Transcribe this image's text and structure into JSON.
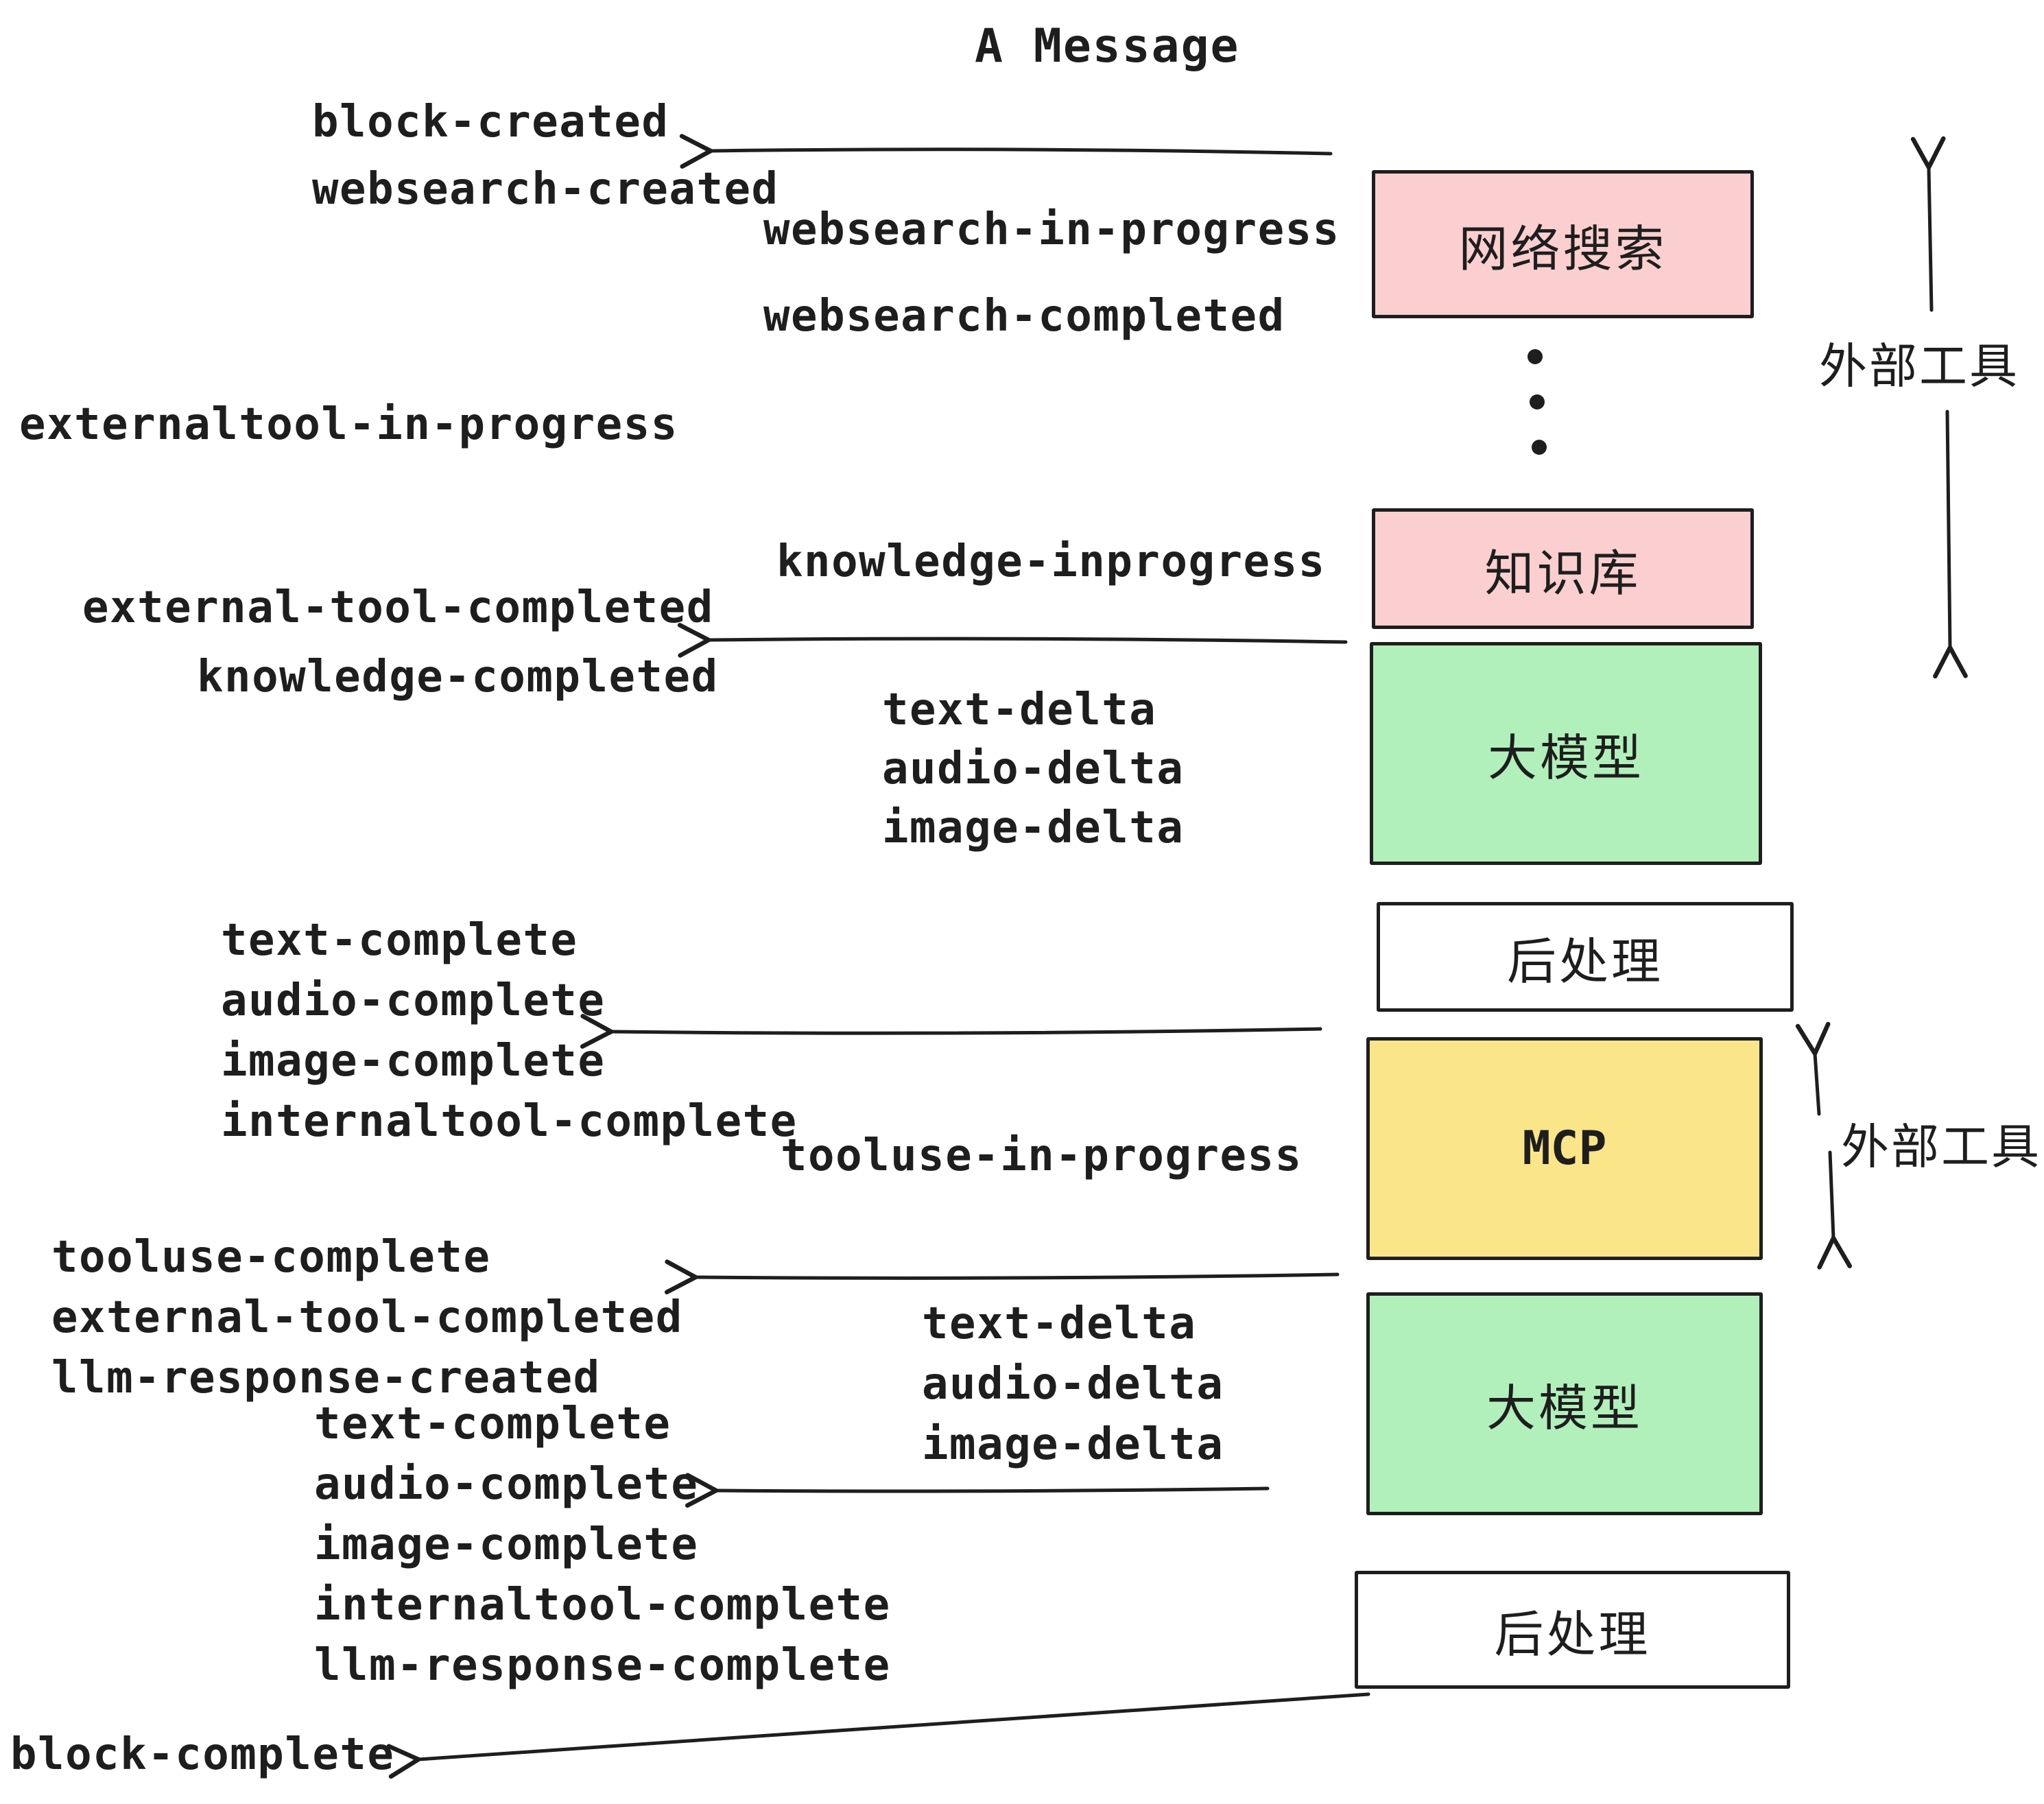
{
  "title": "A Message",
  "colors": {
    "background": "#ffffff",
    "stroke": "#1e1e1e",
    "external_tool_fill": "#fbcfcf",
    "llm_fill": "#b2f0bb",
    "mcp_fill": "#fae588",
    "postprocess_fill": "#ffffff"
  },
  "boxes": [
    {
      "label": "网络搜索",
      "fill": "pink"
    },
    {
      "label": "知识库",
      "fill": "pink"
    },
    {
      "label": "大模型",
      "fill": "green"
    },
    {
      "label": "后处理",
      "fill": "white"
    },
    {
      "label": "MCP",
      "fill": "yellow"
    },
    {
      "label": "大模型",
      "fill": "green"
    },
    {
      "label": "后处理",
      "fill": "white"
    }
  ],
  "side_labels": [
    {
      "text": "外部工具"
    },
    {
      "text": "外部工具"
    }
  ],
  "events": [
    {
      "text": "block-created"
    },
    {
      "text": "websearch-created"
    },
    {
      "text": "websearch-in-progress"
    },
    {
      "text": "websearch-completed"
    },
    {
      "text": "externaltool-in-progress"
    },
    {
      "text": "knowledge-inprogress"
    },
    {
      "text": "external-tool-completed"
    },
    {
      "text": "knowledge-completed"
    },
    {
      "text": "text-delta"
    },
    {
      "text": "audio-delta"
    },
    {
      "text": "image-delta"
    },
    {
      "text": "text-complete"
    },
    {
      "text": "audio-complete"
    },
    {
      "text": "image-complete"
    },
    {
      "text": "internaltool-complete"
    },
    {
      "text": "tooluse-in-progress"
    },
    {
      "text": "tooluse-complete"
    },
    {
      "text": "external-tool-completed"
    },
    {
      "text": "llm-response-created"
    },
    {
      "text": "text-complete"
    },
    {
      "text": "audio-complete"
    },
    {
      "text": "image-complete"
    },
    {
      "text": "internaltool-complete"
    },
    {
      "text": "llm-response-complete"
    },
    {
      "text": "block-complete"
    }
  ]
}
